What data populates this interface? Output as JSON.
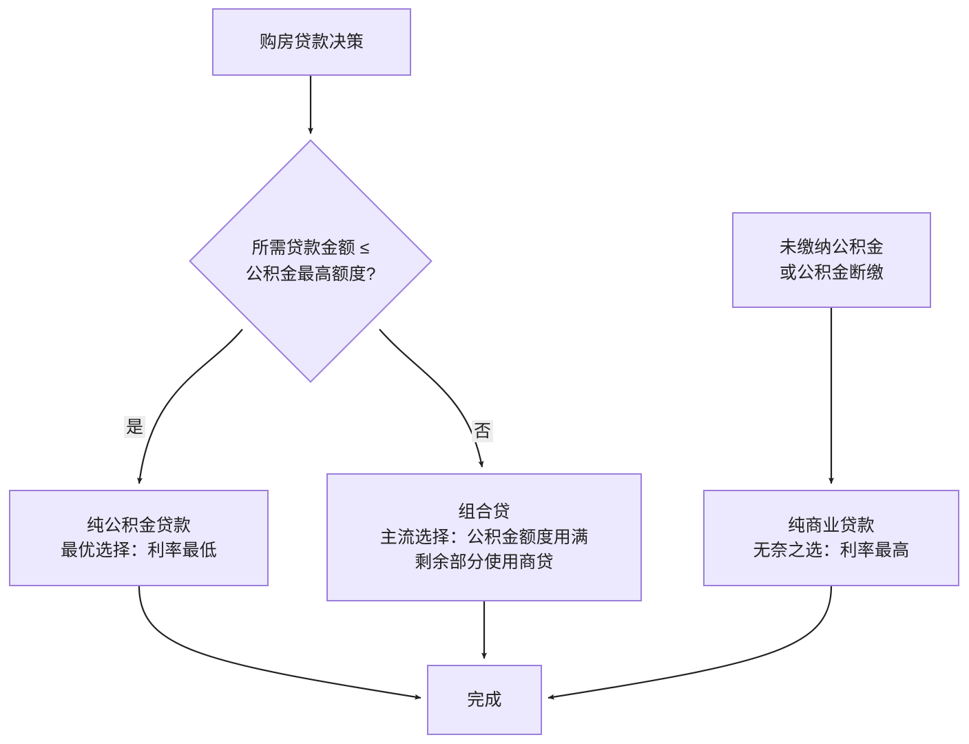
{
  "diagram": {
    "type": "flowchart",
    "direction": "top-down",
    "title_node": "购房贷款决策",
    "theme": {
      "node_fill": "#ECE8FD",
      "node_border": "#9B7EDB",
      "text_color": "#1f2020",
      "edge_color": "#1f1f1f",
      "edge_label_bg": "#EDEDED",
      "background": "#ffffff"
    },
    "nodes": [
      {
        "id": "start",
        "shape": "rect",
        "lines": [
          "购房贷款决策"
        ]
      },
      {
        "id": "decision",
        "shape": "diamond",
        "lines": [
          "所需贷款金额 ≤",
          "公积金最高额度?"
        ]
      },
      {
        "id": "no-fund",
        "shape": "rect",
        "lines": [
          "未缴纳公积金",
          "或公积金断缴"
        ]
      },
      {
        "id": "pure-fund-loan",
        "shape": "rect",
        "lines": [
          "纯公积金贷款",
          "最优选择：利率最低"
        ]
      },
      {
        "id": "combo-loan",
        "shape": "rect",
        "lines": [
          "组合贷",
          "主流选择：公积金额度用满",
          "剩余部分使用商贷"
        ]
      },
      {
        "id": "pure-commercial-loan",
        "shape": "rect",
        "lines": [
          "纯商业贷款",
          "无奈之选：利率最高"
        ]
      },
      {
        "id": "done",
        "shape": "rect",
        "lines": [
          "完成"
        ]
      }
    ],
    "edges": [
      {
        "from": "start",
        "to": "decision",
        "label": ""
      },
      {
        "from": "decision",
        "to": "pure-fund-loan",
        "label": "是"
      },
      {
        "from": "decision",
        "to": "combo-loan",
        "label": "否"
      },
      {
        "from": "no-fund",
        "to": "pure-commercial-loan",
        "label": ""
      },
      {
        "from": "pure-fund-loan",
        "to": "done",
        "label": ""
      },
      {
        "from": "combo-loan",
        "to": "done",
        "label": ""
      },
      {
        "from": "pure-commercial-loan",
        "to": "done",
        "label": ""
      }
    ],
    "edge_labels": {
      "yes": "是",
      "no": "否"
    }
  }
}
